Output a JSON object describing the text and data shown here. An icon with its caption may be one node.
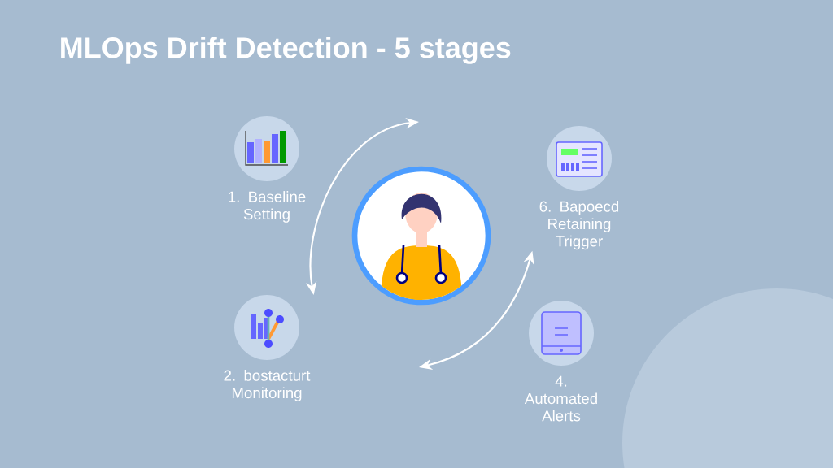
{
  "diagram": {
    "title": "MLOps Drift Detection - 5 stages",
    "nodes": [
      {
        "text": [
          "1. Baseline Setting"
        ]
      },
      {
        "text": [
          "6. Bapoecd Retaining Trigger"
        ]
      },
      {
        "text": [],
        "shape": "picture"
      },
      {
        "text": [
          "2. bostacturt Monitoring"
        ]
      },
      {
        "text": [
          "4. Automated Alerts"
        ]
      }
    ],
    "edges": [
      {
        "from": null,
        "to": 3,
        "arrow": "both"
      },
      {
        "from": null,
        "to": 1,
        "arrow": "both"
      }
    ]
  }
}
